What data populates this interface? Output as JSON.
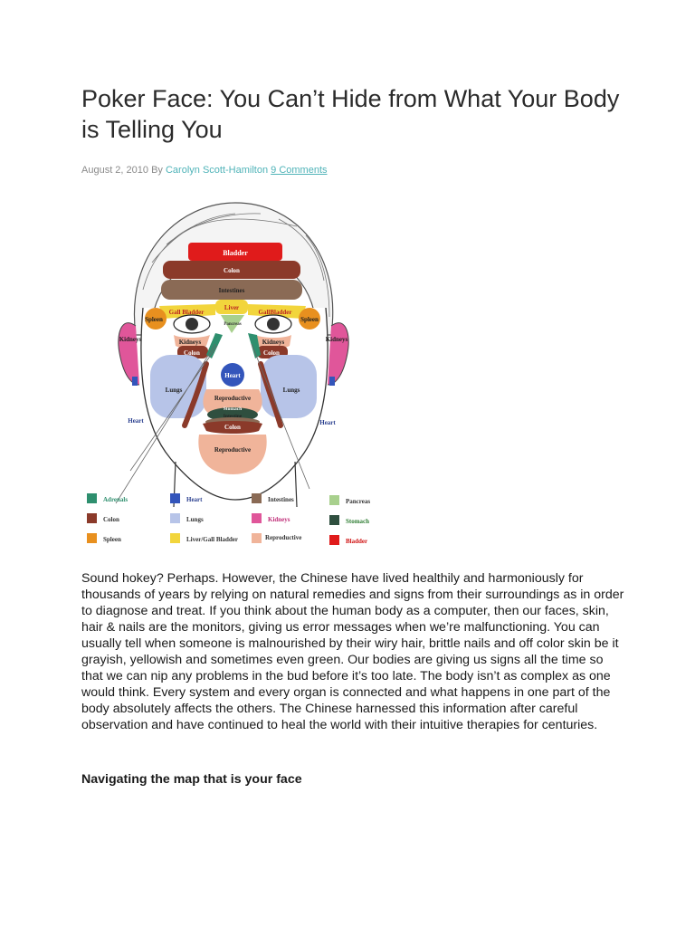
{
  "article": {
    "title": "Poker Face: You Can’t Hide from What Your Body is Telling You",
    "date": "August 2, 2010",
    "by": "By",
    "author": "Carolyn Scott-Hamilton",
    "comments": "9 Comments",
    "paragraph": "Sound hokey? Perhaps. However, the Chinese have lived healthily and harmoniously for thousands of years by relying on natural remedies and signs from their surroundings as in order to diagnose and treat. If you think about the human body as a computer, then our faces, skin, hair & nails are the monitors, giving us error messages when we’re malfunctioning. You can usually tell when someone is malnourished by their wiry hair, brittle nails and off color skin be it grayish, yellowish and sometimes even green. Our bodies are giving us signs all the time so that we can nip any problems in the bud before it’s too late. The body isn’t as complex as one would think. Every system and every organ is connected and what happens in one part of the body absolutely affects the others. The Chinese harnessed this information after careful observation and have continued to heal the world with their intuitive therapies for centuries.",
    "subheading": "Navigating the map that is your face"
  },
  "diagram": {
    "face_labels": {
      "bladder": "Bladder",
      "colon_forehead": "Colon",
      "intestines": "Intestines",
      "liver": "Liver",
      "gall_bladder_left": "Gall Bladder",
      "gall_bladder_right": "GallBladder",
      "pancreas": "Pancreas",
      "spleen_left": "Spleen",
      "spleen_right": "Spleen",
      "kidneys_left": "Kidneys",
      "kidneys_right": "Kidneys",
      "kidneys_inner_left": "Kidneys",
      "kidneys_inner_right": "Kidneys",
      "colon_left": "Colon",
      "colon_right": "Colon",
      "heart_nose": "Heart",
      "lungs_left": "Lungs",
      "lungs_right": "Lungs",
      "reproductive_upper": "Reproductive",
      "stomach": "Stomach",
      "intestine_small": "Intestine",
      "colon_chin": "Colon",
      "reproductive_chin": "Reproductive",
      "heart_left": "Heart",
      "heart_right": "Heart"
    },
    "legend": [
      {
        "label": "Adrenals",
        "color": "#2e8f6e",
        "text_color": "#2e8f6e"
      },
      {
        "label": "Heart",
        "color": "#3355bb",
        "text_color": "#2a3f8f"
      },
      {
        "label": "Intestines",
        "color": "#8a6a55",
        "text_color": "#333333"
      },
      {
        "label": "Pancreas",
        "color": "#a8d08d",
        "text_color": "#333333"
      },
      {
        "label": "Colon",
        "color": "#8b3a2a",
        "text_color": "#333333"
      },
      {
        "label": "Lungs",
        "color": "#b7c4e8",
        "text_color": "#333333"
      },
      {
        "label": "Kidneys",
        "color": "#e0569a",
        "text_color": "#c0307a"
      },
      {
        "label": "Stomach",
        "color": "#2f4f3f",
        "text_color": "#2e7d32"
      },
      {
        "label": "Spleen",
        "color": "#e8901f",
        "text_color": "#333333"
      },
      {
        "label": "Liver/Gall Bladder",
        "color": "#f2d53c",
        "text_color": "#333333"
      },
      {
        "label": "Reproductive",
        "color": "#f0b49a",
        "text_color": "#333333"
      },
      {
        "label": "Bladder",
        "color": "#e01b1b",
        "text_color": "#d01010"
      }
    ]
  }
}
